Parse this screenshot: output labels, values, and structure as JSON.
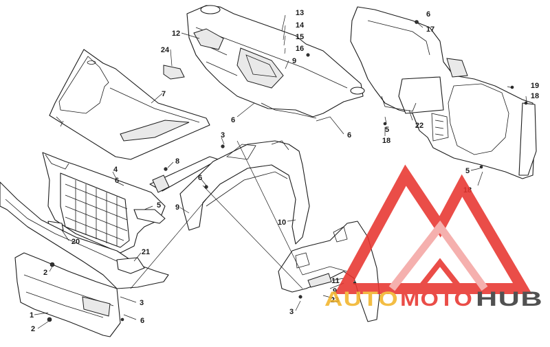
{
  "diagram": {
    "callouts": [
      {
        "id": "c13",
        "text": "13"
      },
      {
        "id": "c14",
        "text": "14"
      },
      {
        "id": "c15",
        "text": "15"
      },
      {
        "id": "c16",
        "text": "16"
      },
      {
        "id": "c9a",
        "text": "9"
      },
      {
        "id": "c12",
        "text": "12"
      },
      {
        "id": "c24",
        "text": "24"
      },
      {
        "id": "c7",
        "text": "7"
      },
      {
        "id": "c6a",
        "text": "6"
      },
      {
        "id": "c6b",
        "text": "6"
      },
      {
        "id": "c6c",
        "text": "6"
      },
      {
        "id": "c17",
        "text": "17"
      },
      {
        "id": "c19",
        "text": "19"
      },
      {
        "id": "c18a",
        "text": "18"
      },
      {
        "id": "c22",
        "text": "22"
      },
      {
        "id": "c5a",
        "text": "5"
      },
      {
        "id": "c18b",
        "text": "18"
      },
      {
        "id": "c5b",
        "text": "5"
      },
      {
        "id": "c18c",
        "text": "18"
      },
      {
        "id": "c3a",
        "text": "3"
      },
      {
        "id": "c8",
        "text": "8"
      },
      {
        "id": "c4",
        "text": "4"
      },
      {
        "id": "c6d",
        "text": "6"
      },
      {
        "id": "c6e",
        "text": "6"
      },
      {
        "id": "c5c",
        "text": "5"
      },
      {
        "id": "c9b",
        "text": "9"
      },
      {
        "id": "c10",
        "text": "10"
      },
      {
        "id": "c20",
        "text": "20"
      },
      {
        "id": "c21",
        "text": "21"
      },
      {
        "id": "c2a",
        "text": "2"
      },
      {
        "id": "c3b",
        "text": "3"
      },
      {
        "id": "c1",
        "text": "1"
      },
      {
        "id": "c2b",
        "text": "2"
      },
      {
        "id": "c6f",
        "text": "6"
      },
      {
        "id": "c11",
        "text": "11"
      },
      {
        "id": "c9c",
        "text": "9"
      },
      {
        "id": "c23",
        "text": "23"
      },
      {
        "id": "c3c",
        "text": "3"
      }
    ]
  },
  "watermark": {
    "brand_part1": "AUTO",
    "brand_part2": "MOTO",
    "brand_part3": "HUB",
    "colors": {
      "logo_red": "#e8352f",
      "logo_pink": "#f4a6a3",
      "auto": "#f2b42b",
      "moto": "#e8352f",
      "hub": "#3a3a3a"
    }
  }
}
